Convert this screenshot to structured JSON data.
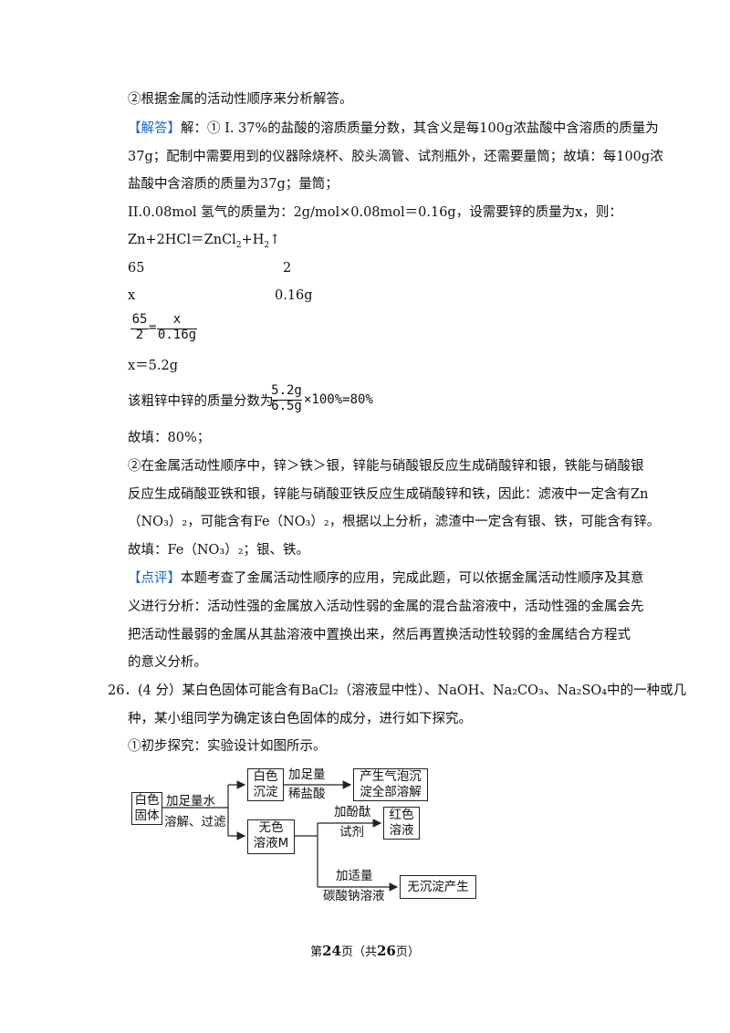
{
  "lines": {
    "l1": "②根据金属的活动性顺序来分析解答。",
    "l2_tag": "【解答】",
    "l2_text": "解：① I. 37%的盐酸的溶质质量分数，其含义是每100g浓盐酸中含溶质的质量为",
    "l3": "37g；配制中需要用到的仪器除烧杯、胶头滴管、试剂瓶外，还需要量筒；故填：每100g浓",
    "l4": "盐酸中含溶质的质量为37g；量筒；",
    "l5": "II.0.08mol 氢气的质量为：2g/mol×0.08mol＝0.16g，设需要锌的质量为x，则：",
    "l6_eq": "Zn+2HCl＝ZnCl",
    "l6_sub1": "2",
    "l6_plus": "+H",
    "l6_sub2": "2",
    "l6_arrow": "↑",
    "l7_a": "65",
    "l7_b": "2",
    "l8_a": "x",
    "l8_b": "0.16g",
    "frac1_num": "65",
    "frac1_den": "2",
    "frac1_eq": "=",
    "frac2_num": "x",
    "frac2_den": "0.16g",
    "l9": "x＝5.2g",
    "l10_prefix": "该粗锌中锌的质量分数为",
    "frac3_num": "5.2g",
    "frac3_den": "6.5g",
    "l10_suffix": "×100%=80%",
    "l11": "故填：80%；",
    "l12": "②在金属活动性顺序中，锌＞铁＞银，锌能与硝酸银反应生成硝酸锌和银，铁能与硝酸银",
    "l13": "反应生成硝酸亚铁和银，锌能与硝酸亚铁反应生成硝酸锌和铁，因此：滤液中一定含有Zn",
    "l14": "（NO₃）₂，可能含有Fe（NO₃）₂，根据以上分析，滤渣中一定含有银、铁，可能含有锌。",
    "l15": "故填：Fe（NO₃）₂；银、铁。",
    "l16_tag": "【点评】",
    "l16_text": "本题考查了金属活动性顺序的应用，完成此题，可以依据金属活动性顺序及其意",
    "l17": "义进行分析：活动性强的金属放入活动性弱的金属的混合盐溶液中，活动性强的金属会先",
    "l18": "把活动性最弱的金属从其盐溶液中置换出来，然后再置换活动性较弱的金属结合方程式",
    "l19": "的意义分析。",
    "q26_a": "26．(4 分）某白色固体可能含有BaCl₂（溶液显中性）、NaOH、Na₂CO₃、Na₂SO₄中的一种或几",
    "q26_b": "种，某小组同学为确定该白色固体的成分，进行如下探究。",
    "q26_c": "①初步探究：实验设计如图所示。"
  },
  "diagram": {
    "start": [
      "白色",
      "固体"
    ],
    "step1": [
      "加足量水",
      "溶解、过滤"
    ],
    "ppt": [
      "白色",
      "沉淀"
    ],
    "step2": [
      "加足量",
      "稀盐酸"
    ],
    "result1": [
      "产生气泡沉",
      "淀全部溶解"
    ],
    "solution": [
      "无色",
      "溶液M"
    ],
    "step3": [
      "加酚酞",
      "试剂"
    ],
    "result2": [
      "红色",
      "溶液"
    ],
    "step4": [
      "加适量",
      "碳酸钠溶液"
    ],
    "result3": "无沉淀产生"
  },
  "footer": {
    "pre": "第",
    "page": "24",
    "mid": "页（共",
    "total": "26",
    "post": "页）"
  }
}
